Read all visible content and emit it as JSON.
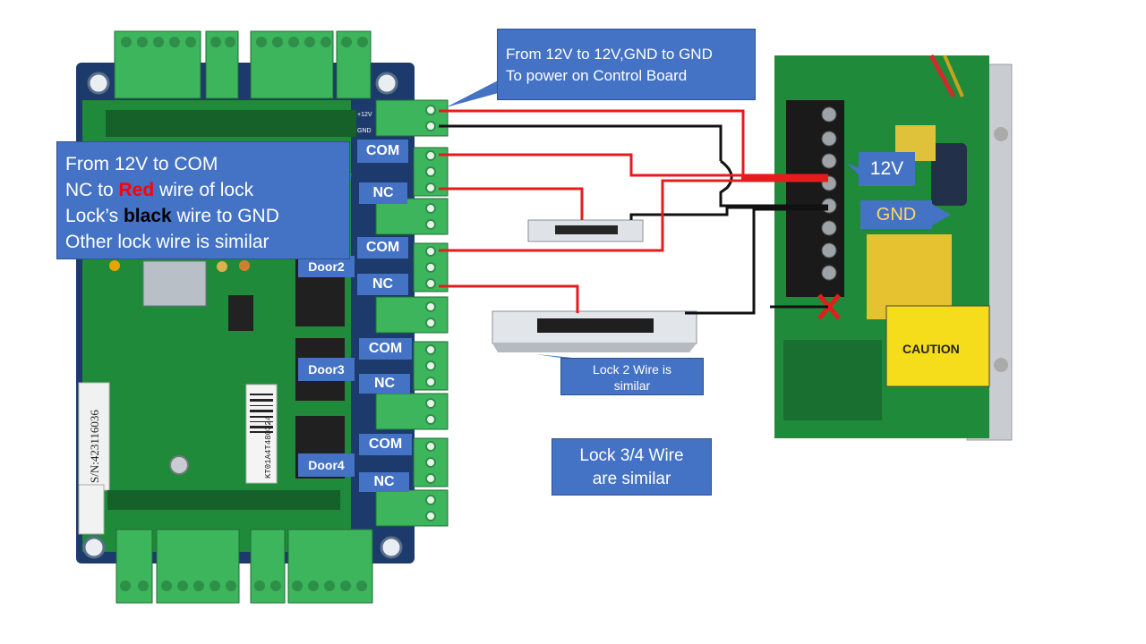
{
  "notes": {
    "main_line1": "From 12V to COM",
    "main_line2_pre": "NC to ",
    "main_line2_red": "Red",
    "main_line2_post": " wire of lock",
    "main_line3_pre": "Lock’s ",
    "main_line3_black": "black",
    "main_line3_post": " wire to GND",
    "main_line4": "Other lock wire is similar",
    "power_line1": "From 12V to 12V,GND to GND",
    "power_line2": "To power on Control Board",
    "lock2_line1": "Lock 2 Wire is",
    "lock2_line2": "similar",
    "lock34_line1": "Lock 3/4 Wire",
    "lock34_line2": "are similar"
  },
  "terminal_labels": {
    "com": "COM",
    "nc": "NC",
    "door2": "Door2",
    "door3": "Door3",
    "door4": "Door4",
    "v12": "12V",
    "gnd": "GND"
  },
  "board": {
    "serial": "S/N:423116036",
    "model": "KT01A4T480324",
    "pin_12v": "+12V",
    "pin_gnd": "GND",
    "caution": "CAUTION"
  },
  "colors": {
    "callout_bg": "#4472c4",
    "wire_red": "#e51c1c",
    "wire_black": "#111111",
    "pcb_green": "#1f8a3a",
    "pcb_blue": "#1c3a6b",
    "terminal_green": "#3db55c"
  }
}
